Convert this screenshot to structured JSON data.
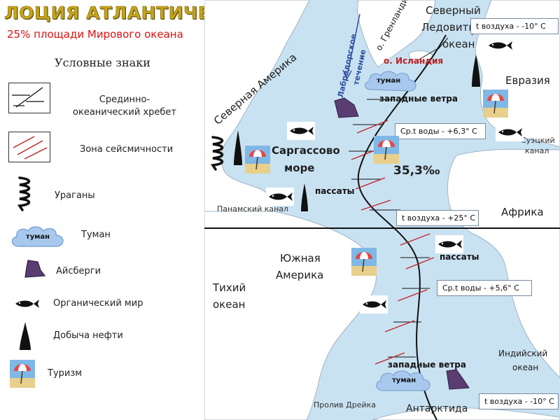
{
  "header": {
    "title": "ЛОЦИЯ АТЛАНТИЧЕСКОГО ОКЕАНА",
    "subtitle": "25% площади Мирового океана"
  },
  "legend": {
    "title": "Условные знаки",
    "items": [
      {
        "icon": "ridge-icon",
        "label": "Срединно-океанический хребет"
      },
      {
        "icon": "seismic-zone-icon",
        "label": "Зона сейсмичности"
      },
      {
        "icon": "hurricane-icon",
        "label": "Ураганы"
      },
      {
        "icon": "fog-icon",
        "label": "Туман",
        "icon_text": "туман"
      },
      {
        "icon": "iceberg-icon",
        "label": "Айсберги"
      },
      {
        "icon": "fish-icon",
        "label": "Органический мир"
      },
      {
        "icon": "oil-icon",
        "label": "Добыча нефти"
      },
      {
        "icon": "tourism-icon",
        "label": "Туризм"
      }
    ]
  },
  "map": {
    "labels": {
      "north_america": "Северная Америка",
      "greenland": "о. Гренландия",
      "arctic_line1": "Северный",
      "arctic_line2": "Ледовитый",
      "arctic_line3": "океан",
      "iceland": "о. Исландия",
      "labrador_line1": "Лабрадорское",
      "labrador_line2": "течение",
      "eurasia": "Евразия",
      "suez_line1": "Суэцкий",
      "suez_line2": "канал",
      "sargasso_line1": "Саргассово",
      "sargasso_line2": "море",
      "salinity": "35,3‰",
      "panama": "Панамский канал",
      "africa": "Африка",
      "south_america_line1": "Южная",
      "south_america_line2": "Америка",
      "pacific_line1": "Тихий",
      "pacific_line2": "океан",
      "indian_line1": "Индийский",
      "indian_line2": "океан",
      "drake": "Пролив Дрейка",
      "antarctica": "Антарктида",
      "westerlies_north": "западные ветра",
      "westerlies_south": "западные ветра",
      "trades_north": "пассаты",
      "trades_south": "пассаты",
      "fog_north": "туман",
      "fog_south": "туман"
    },
    "info_boxes": {
      "air_temp_north": "t воздуха -  -10° С",
      "water_temp_north": "Ср.t воды  - +6,3° С",
      "air_temp_equator": "t воздуха -  +25° С",
      "water_temp_south": "Ср.t воды  - +5,6° С",
      "air_temp_south": "t воздуха -  -10° С"
    },
    "colors": {
      "ocean": "#c9e2f2",
      "land": "#ffffff",
      "seismic": "#c0262a",
      "iceberg": "#5a3e72",
      "title": "#c4a41c",
      "subtitle": "#e01010",
      "iceland": "#c02020",
      "labrador": "#2c4fa0",
      "fog": "#a9c8ee"
    }
  }
}
